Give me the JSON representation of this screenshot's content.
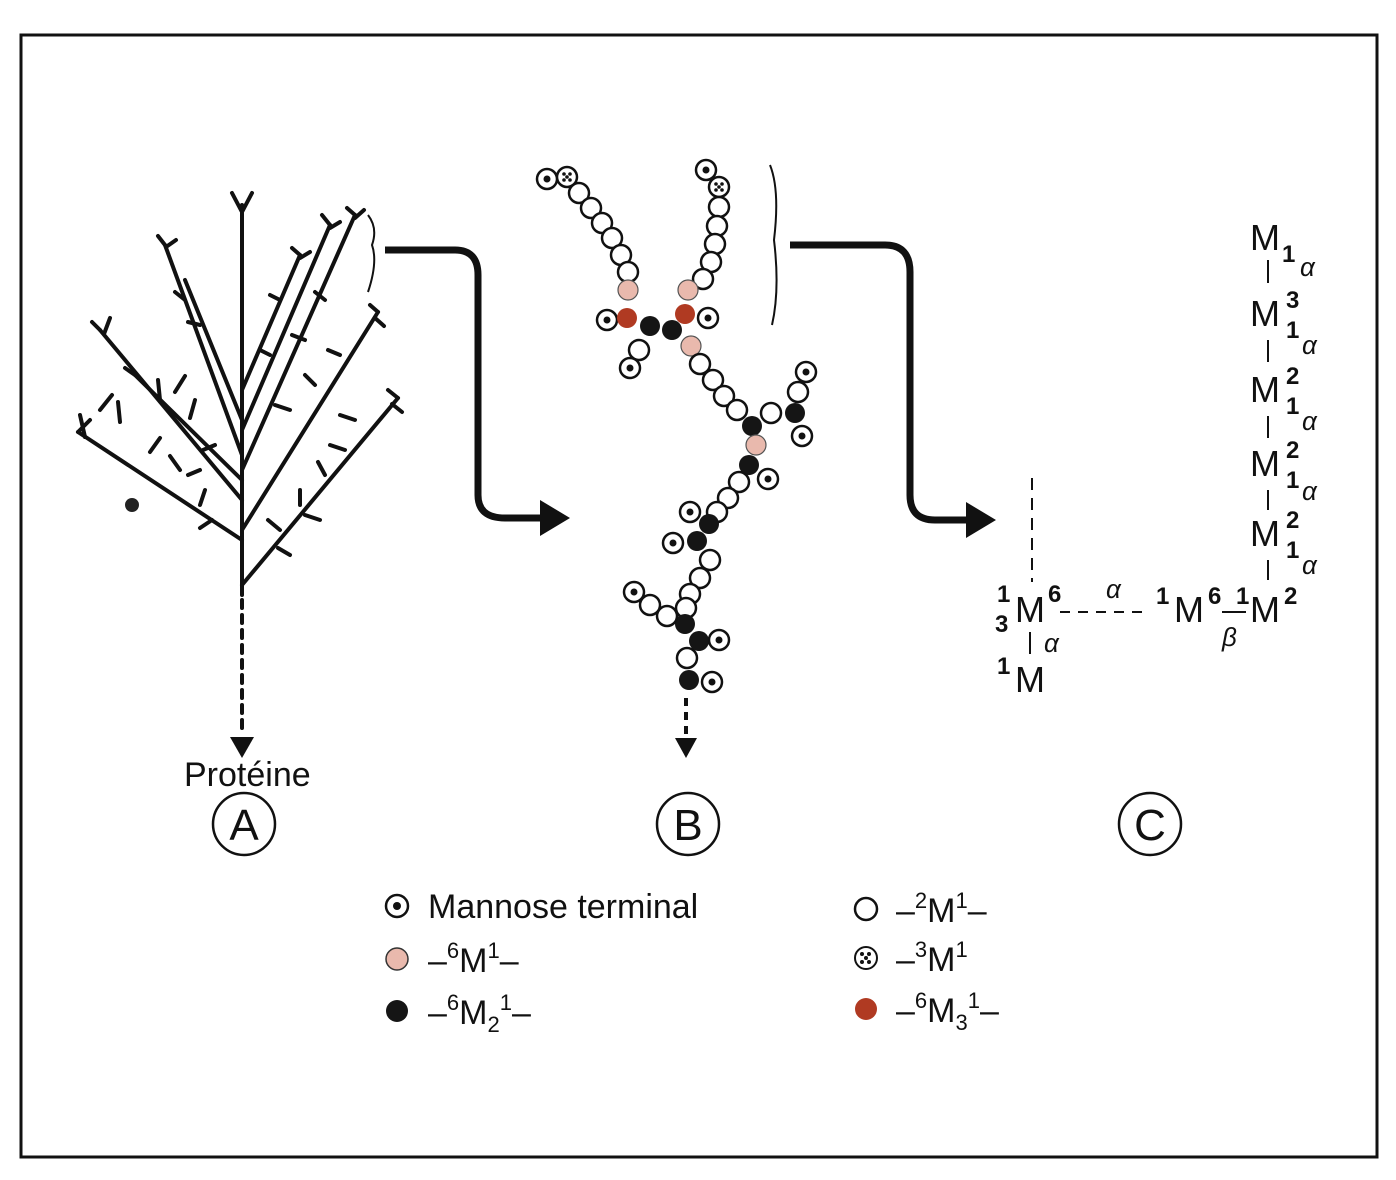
{
  "panels": {
    "a": {
      "letter": "A",
      "caption": "Protéine"
    },
    "b": {
      "letter": "B"
    },
    "c": {
      "letter": "C"
    }
  },
  "structure_c": {
    "chain_top": "M",
    "chain_mid": "M",
    "sub_1": "1",
    "sup_2": "2",
    "sup_3": "3",
    "sup_6": "6",
    "alpha": "α",
    "beta": "β",
    "dash": "–"
  },
  "legend": {
    "terminal": "Mannose terminal",
    "m6_1": {
      "pre": "–",
      "sup1": "6",
      "base": "M",
      "sup2": "1",
      "post": "–"
    },
    "m6_2_1": {
      "pre": "–",
      "sup1": "6",
      "base": "M",
      "sub": "2",
      "sup2": "1",
      "post": "–"
    },
    "m2_1": {
      "pre": "–",
      "sup1": "2",
      "base": "M",
      "sup2": "1",
      "post": "–"
    },
    "m3_1": {
      "pre": "–",
      "sup1": "3",
      "base": "M",
      "sup2": "1"
    },
    "m6_3_1": {
      "pre": "–",
      "sup1": "6",
      "base": "M",
      "sub": "3",
      "sup2": "1",
      "post": "–"
    }
  },
  "colors": {
    "ink": "#111111",
    "pink": "#e9b9ad",
    "red": "#b03a22",
    "black": "#151515",
    "white": "#ffffff"
  }
}
